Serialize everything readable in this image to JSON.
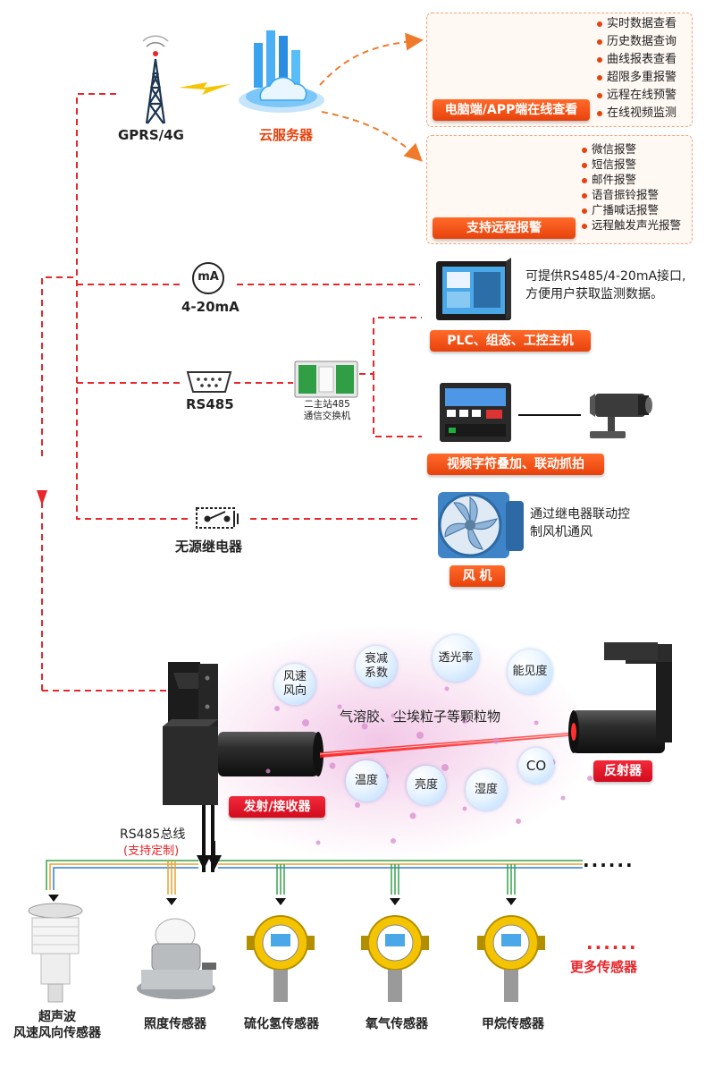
{
  "top": {
    "gprs_label": "GPRS/4G",
    "cloud_label": "云服务器"
  },
  "online_panel": {
    "tag": "电脑端/APP端在线查看",
    "features": [
      "实时数据查看",
      "历史数据查询",
      "曲线报表查看",
      "超限多重报警",
      "远程在线预警",
      "在线视频监测"
    ]
  },
  "alarm_panel": {
    "tag": "支持远程报警",
    "features": [
      "微信报警",
      "短信报警",
      "邮件报警",
      "语音振铃报警",
      "广播喊话报警",
      "远程触发声光报警"
    ]
  },
  "ma": {
    "icon_text": "mA",
    "label": "4-20mA",
    "note_line1": "可提供RS485/4-20mA接口,",
    "note_line2": "方便用户获取监测数据。",
    "plc_tag": "PLC、组态、工控主机"
  },
  "rs485": {
    "label": "RS485",
    "switch_label_line1": "二主站485",
    "switch_label_line2": "通信交换机",
    "video_tag": "视频字符叠加、联动抓拍"
  },
  "relay": {
    "label": "无源继电器",
    "note_line1": "通过继电器联动控",
    "note_line2": "制风机通风",
    "fan_tag": "风 机"
  },
  "instrument": {
    "particles": "气溶胶、尘埃粒子等颗粒物",
    "tx_tag": "发射/接收器",
    "rx_tag": "反射器",
    "bubbles": [
      {
        "line1": "风速",
        "line2": "风向"
      },
      {
        "line1": "衰减",
        "line2": "系数"
      },
      {
        "line1": "透光率",
        "line2": ""
      },
      {
        "line1": "能见度",
        "line2": ""
      },
      {
        "line1": "温度",
        "line2": ""
      },
      {
        "line1": "亮度",
        "line2": ""
      },
      {
        "line1": "湿度",
        "line2": ""
      },
      {
        "line1": "CO",
        "line2": ""
      }
    ]
  },
  "bus": {
    "label": "RS485总线",
    "sub": "(支持定制)",
    "dots": "······",
    "more_dots": "······",
    "more_label": "更多传感器"
  },
  "sensors": [
    {
      "line1": "超声波",
      "line2": "风速风向传感器"
    },
    {
      "line1": "照度传感器",
      "line2": ""
    },
    {
      "line1": "硫化氢传感器",
      "line2": ""
    },
    {
      "line1": "氧气传感器",
      "line2": ""
    },
    {
      "line1": "甲烷传感器",
      "line2": ""
    }
  ],
  "colors": {
    "wire_red": "#e8262b",
    "orange": "#f07a2b",
    "tag_orange": "#e8420c",
    "tag_red": "#d10c1e"
  }
}
